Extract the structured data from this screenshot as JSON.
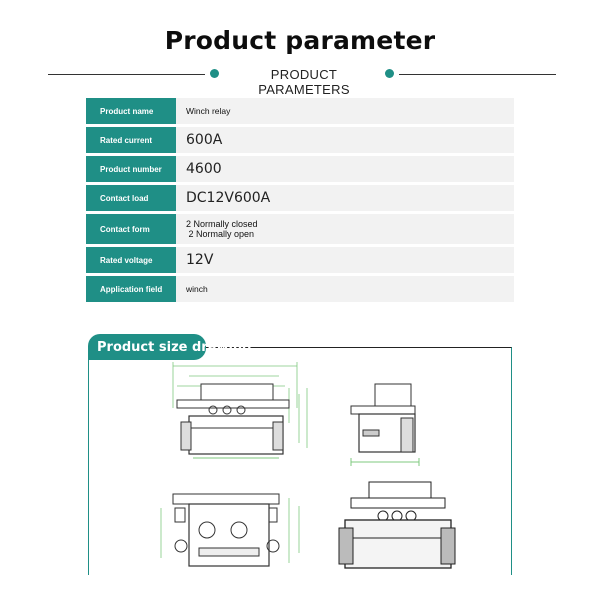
{
  "header": {
    "title": "Product parameter",
    "subtitle": "PRODUCT PARAMETERS"
  },
  "params": [
    {
      "name": "Product name",
      "value": "Winch relay"
    },
    {
      "name": "Rated current",
      "value": "600A"
    },
    {
      "name": "Product number",
      "value": "4600"
    },
    {
      "name": "Contact load",
      "value": "DC12V600A"
    },
    {
      "name": "Contact form",
      "value": "2 Normally closed\n 2 Normally open"
    },
    {
      "name": "Rated voltage",
      "value": "12V"
    },
    {
      "name": "Application field",
      "value": "winch"
    }
  ],
  "drawing": {
    "badge": "Product size drawing"
  },
  "colors": {
    "accent": "#1f8f86",
    "dimension_lines": "#7fc97f"
  }
}
